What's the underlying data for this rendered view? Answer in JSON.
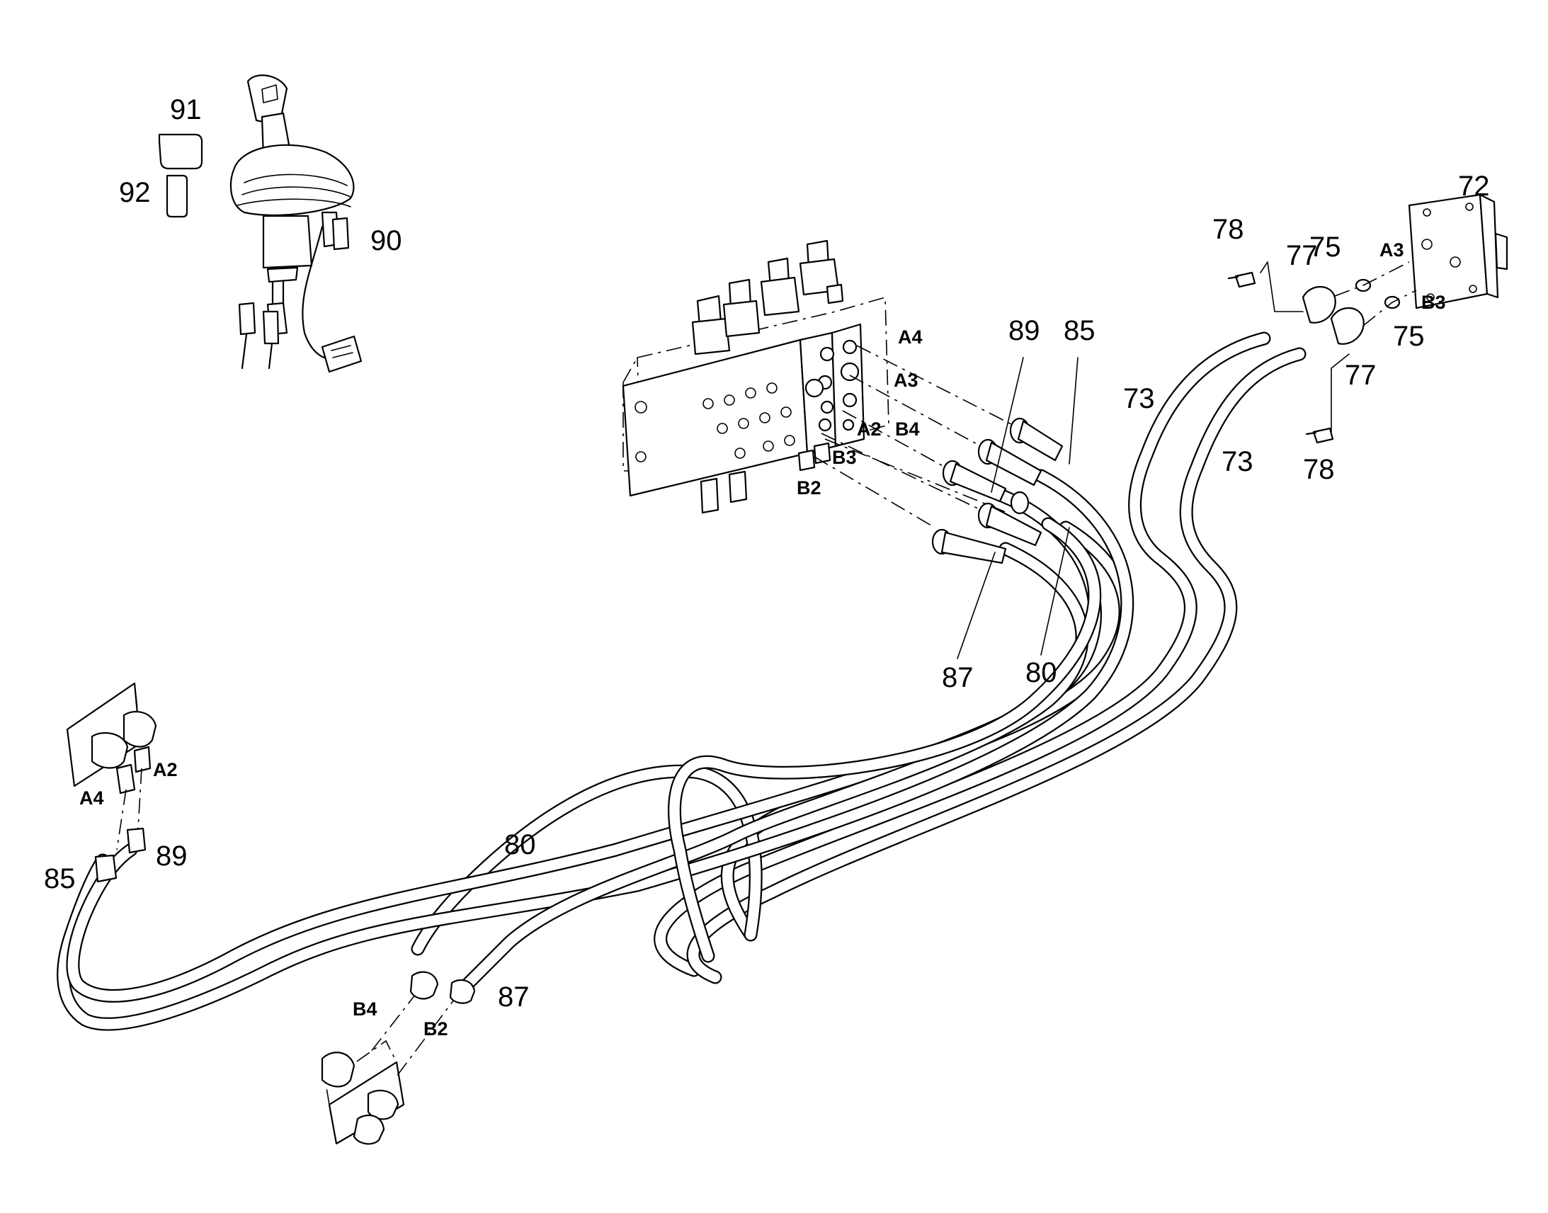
{
  "diagram": {
    "part_numbers": {
      "p72": "72",
      "p73a": "73",
      "p73b": "73",
      "p75a": "75",
      "p75b": "75",
      "p77a": "77",
      "p77b": "77",
      "p78a": "78",
      "p78b": "78",
      "p80a": "80",
      "p80b": "80",
      "p85a": "85",
      "p85b": "85",
      "p87a": "87",
      "p87b": "87",
      "p89a": "89",
      "p89b": "89",
      "p90": "90",
      "p91": "91",
      "p92": "92"
    },
    "ports": {
      "valve_a4": "A4",
      "valve_a3": "A3",
      "valve_a2": "A2",
      "valve_b4": "B4",
      "valve_b3": "B3",
      "valve_b2": "B2",
      "motor_a3": "A3",
      "motor_b3": "B3",
      "left_a4": "A4",
      "left_a2": "A2",
      "bottom_b4": "B4",
      "bottom_b2": "B2"
    }
  }
}
